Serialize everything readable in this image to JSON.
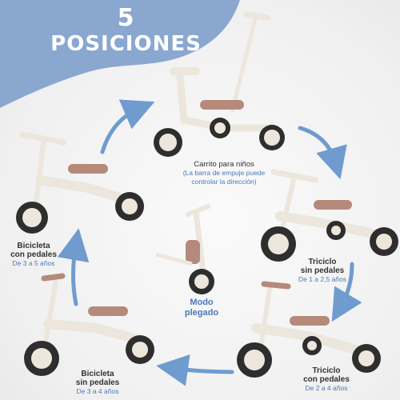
{
  "title": {
    "number": "5",
    "word": "POSICIONES"
  },
  "colors": {
    "accent_blue": "#4a78b8",
    "blob_blue": "#8aa7d0",
    "arrow_blue": "#6f9bcf",
    "frame": "#ece6dc",
    "tire": "#2e2e2e",
    "seat": "#b58a7a"
  },
  "positions": [
    {
      "name": "Carrito para niños",
      "note_line1": "(La barra de empuje puede",
      "note_line2": "controlar la dirección)"
    },
    {
      "name_line1": "Triciclo",
      "name_line2": "sin pedales",
      "age": "De 1 a 2,5 años"
    },
    {
      "name_line1": "Triciclo",
      "name_line2": "con pedales",
      "age": "De 2 a 4 años"
    },
    {
      "name_line1": "Bicicleta",
      "name_line2": "sin pedales",
      "age": "De 3 a 4 años"
    },
    {
      "name_line1": "Bicicleta",
      "name_line2": "con pedales",
      "age": "De 3 a 5 años"
    }
  ],
  "folded": {
    "line1": "Modo",
    "line2": "plegado"
  }
}
